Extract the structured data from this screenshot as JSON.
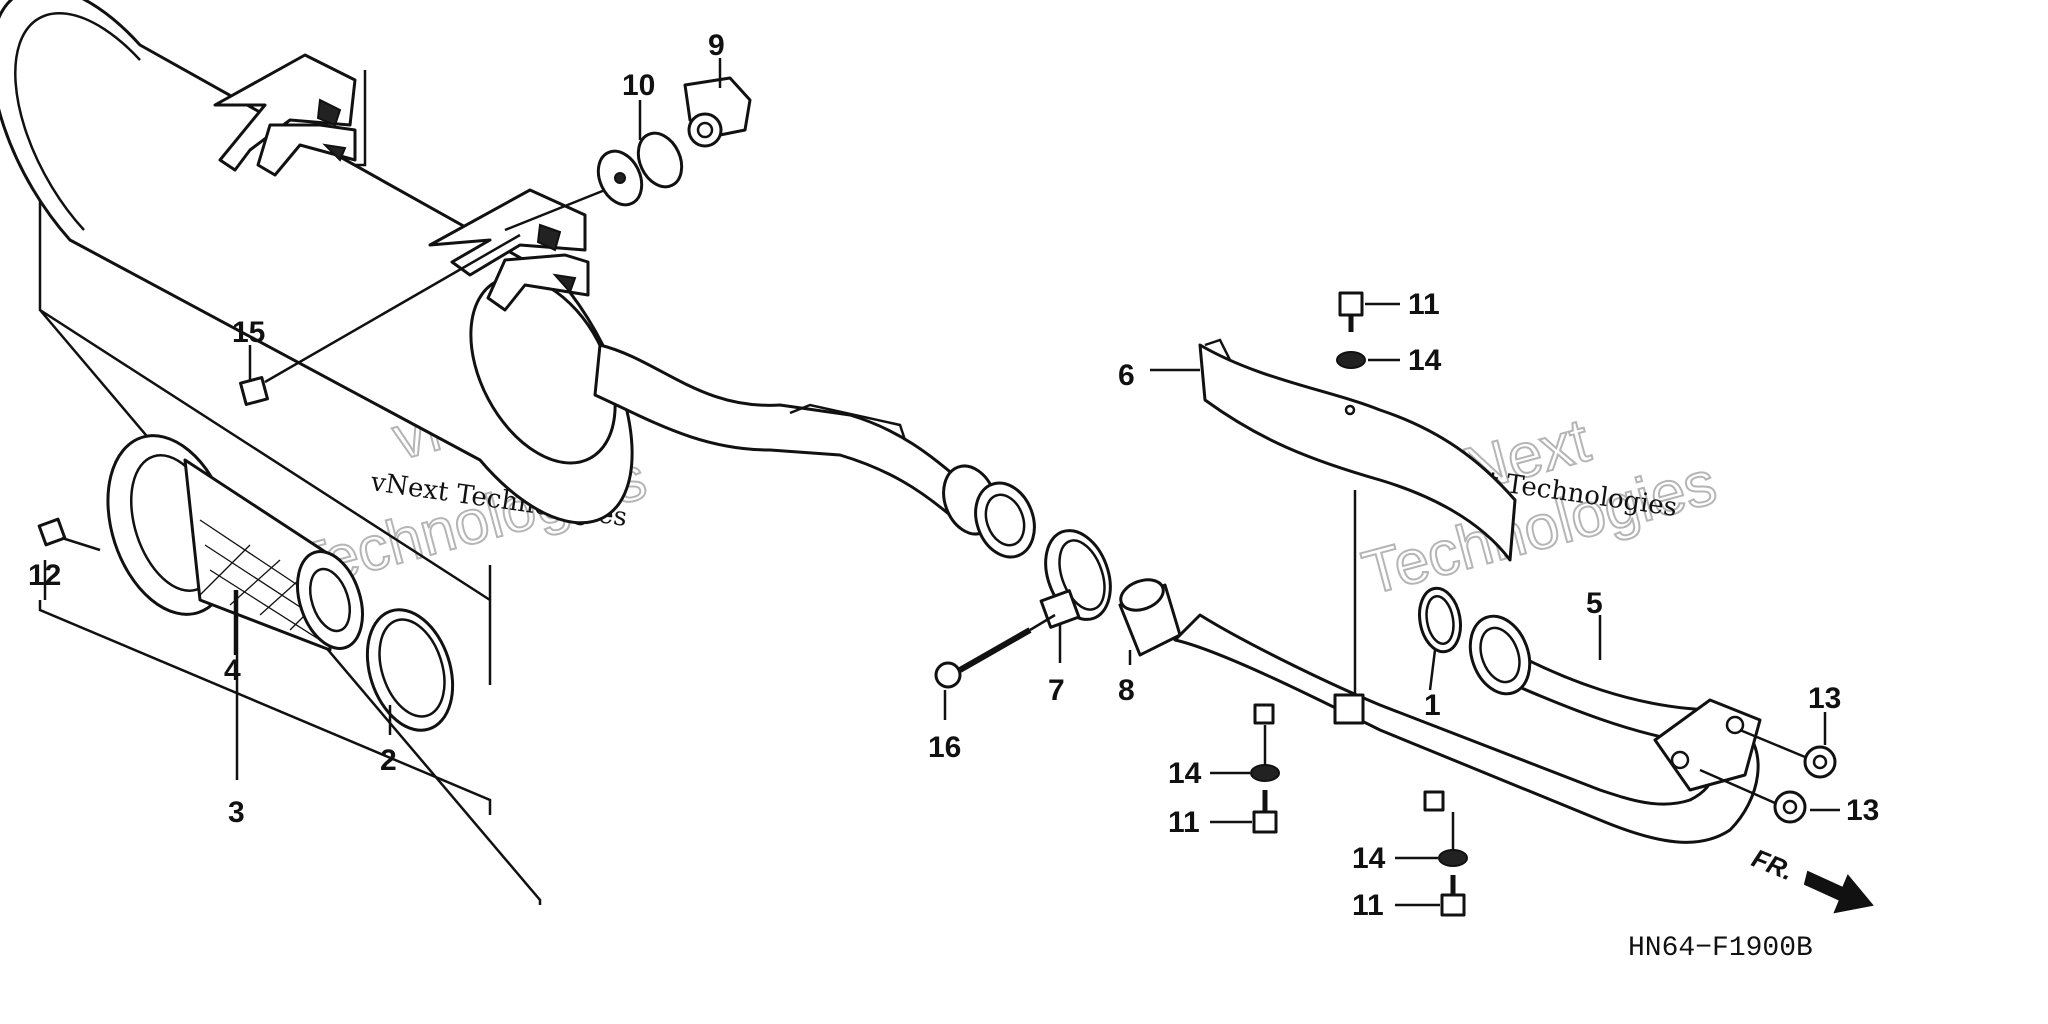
{
  "diagram": {
    "code": "HN64−F1900B",
    "front_mark": "FR.",
    "watermark": {
      "small_text": "vNext Technologies",
      "big_line1": "vNext",
      "big_line2": "Technologies"
    },
    "callouts": {
      "n1": "1",
      "n2": "2",
      "n3": "3",
      "n4": "4",
      "n5": "5",
      "n6": "6",
      "n7": "7",
      "n8": "8",
      "n9": "9",
      "n10": "10",
      "n11a": "11",
      "n11b": "11",
      "n11c": "11",
      "n12": "12",
      "n13a": "13",
      "n13b": "13",
      "n14a": "14",
      "n14b": "14",
      "n14c": "14",
      "n15": "15",
      "n16": "16"
    }
  }
}
